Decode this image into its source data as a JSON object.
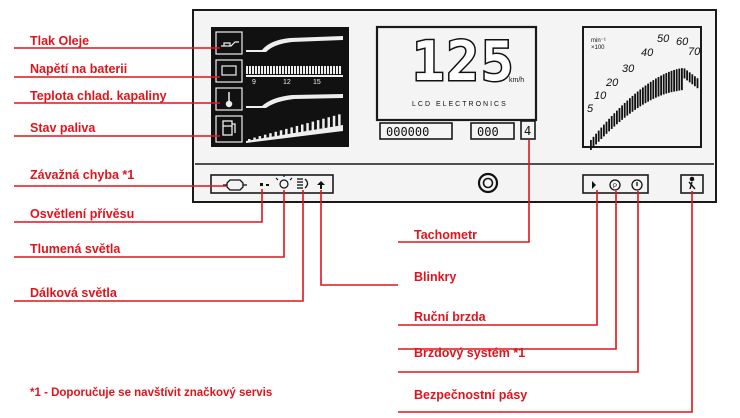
{
  "colors": {
    "annotation": "#e0141c",
    "panel": "#f4f4f4",
    "screen": "#111111",
    "outline": "#1a1a1a"
  },
  "labels": {
    "oil_pressure": "Tlak Oleje",
    "battery_voltage": "Napětí na baterii",
    "coolant_temp": "Teplota chlad. kapaliny",
    "fuel_level": "Stav paliva",
    "serious_fault": "Závažná chyba *1",
    "trailer_lights": "Osvětlení přívěsu",
    "low_beam": "Tlumená světla",
    "high_beam": "Dálková světla",
    "tachometer": "Tachometr",
    "indicators": "Blinkry",
    "hand_brake": "Ruční brzda",
    "brake_system": "Brzdový systém *1",
    "seat_belts": "Bezpečnostní pásy"
  },
  "footnote": "*1 - Doporučuje se navštívit značkový servis",
  "display": {
    "speed": "125",
    "speed_unit": "km/h",
    "brand": "LCD ELECTRONICS",
    "odometer": "000000",
    "trip": "000",
    "gear": "4",
    "voltage_ticks": [
      "9",
      "12",
      "15"
    ],
    "rpm_unit_line1": "min⁻¹",
    "rpm_unit_line2": "×100",
    "rpm_ticks": [
      "5",
      "10",
      "20",
      "30",
      "40",
      "50",
      "60",
      "70"
    ]
  },
  "icons": [
    "oil-can-icon",
    "battery-icon",
    "thermometer-icon",
    "fuel-pump-icon",
    "engine-warning-icon",
    "trailer-icon",
    "low-beam-icon",
    "high-beam-icon",
    "indicator-arrow-icon",
    "hand-brake-icon",
    "brake-warning-icon",
    "seat-belt-icon"
  ]
}
